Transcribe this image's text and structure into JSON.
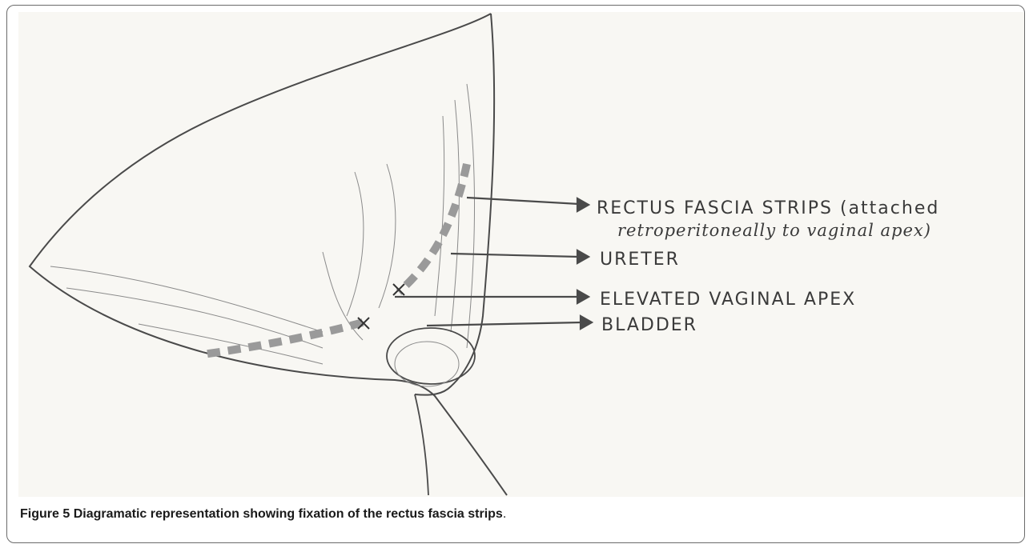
{
  "figure": {
    "caption_number": "Figure 5",
    "caption_text": "Diagramatic representation showing fixation of the rectus fascia strips",
    "caption_end": "."
  },
  "labels": {
    "rectus_line1": "RECTUS  FASCIA  STRIPS (attached",
    "rectus_line2": "retroperitoneally to vaginal apex)",
    "ureter": "URETER",
    "vaginal_apex": "ELEVATED  VAGINAL  APEX",
    "bladder": "BLADDER"
  },
  "colors": {
    "paper": "#f8f7f3",
    "pencil": "#4a4a4a",
    "border": "#6b6b6b"
  }
}
